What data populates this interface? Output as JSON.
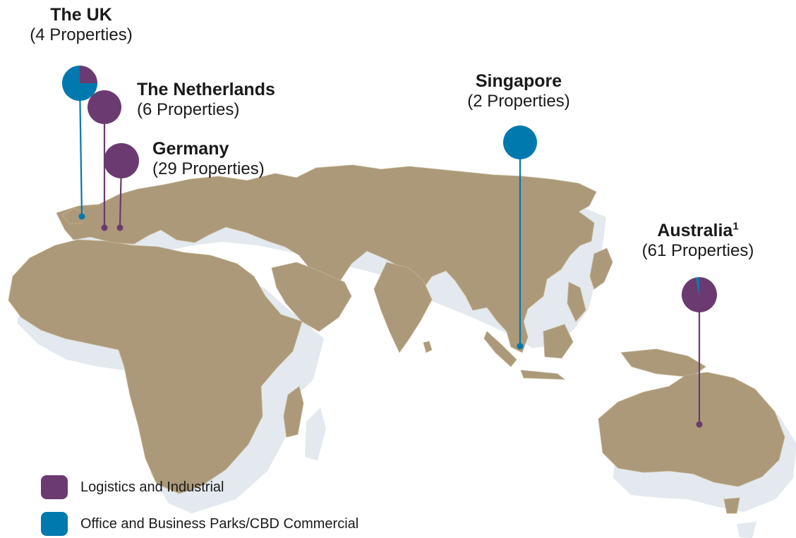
{
  "colors": {
    "land": "#ab9979",
    "shadow": "#e3e9ee",
    "logistics": "#6b3a71",
    "office": "#0079ae"
  },
  "markers": [
    {
      "id": "uk",
      "name": "The UK",
      "count": "(4 Properties)",
      "logistics_share": 0.25,
      "office_share": 0.75
    },
    {
      "id": "netherlands",
      "name": "The Netherlands",
      "count": "(6 Properties)",
      "logistics_share": 1.0,
      "office_share": 0.0
    },
    {
      "id": "germany",
      "name": "Germany",
      "count": "(29 Properties)",
      "logistics_share": 1.0,
      "office_share": 0.0
    },
    {
      "id": "singapore",
      "name": "Singapore",
      "count": "(2 Properties)",
      "logistics_share": 0.0,
      "office_share": 1.0
    },
    {
      "id": "australia",
      "name": "Australia",
      "footnote": "1",
      "count": "(61 Properties)",
      "logistics_share": 0.97,
      "office_share": 0.03
    }
  ],
  "legend": {
    "logistics_label": "Logistics and Industrial",
    "office_label": "Office and Business Parks/CBD Commercial"
  }
}
